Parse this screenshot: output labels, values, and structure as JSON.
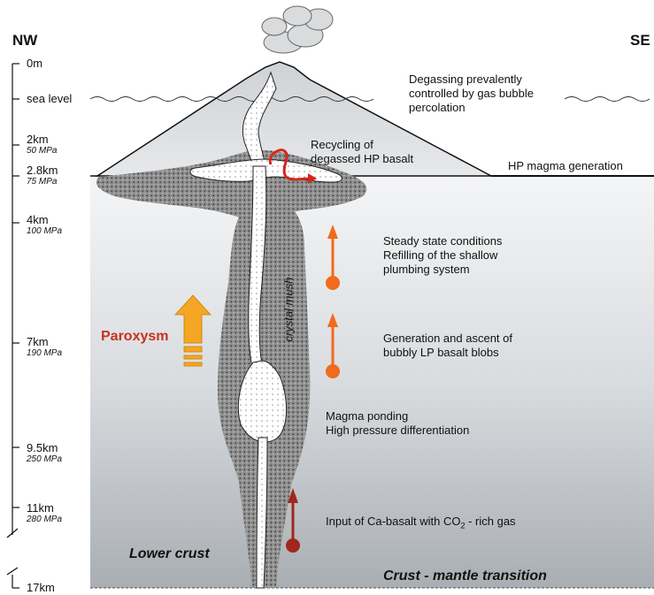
{
  "directions": {
    "left": "NW",
    "right": "SE"
  },
  "depth_scale": [
    {
      "depth": "0m",
      "pressure": ""
    },
    {
      "depth": "sea level",
      "pressure": ""
    },
    {
      "depth": "2km",
      "pressure": "50 MPa"
    },
    {
      "depth": "2.8km",
      "pressure": "75 MPa"
    },
    {
      "depth": "4km",
      "pressure": "100 MPa"
    },
    {
      "depth": "7km",
      "pressure": "190 MPa"
    },
    {
      "depth": "9.5km",
      "pressure": "250 MPa"
    },
    {
      "depth": "11km",
      "pressure": "280 MPa"
    },
    {
      "depth": "17km",
      "pressure": ""
    }
  ],
  "annotations": {
    "degassing": [
      "Degassing prevalently",
      "controlled by gas bubble",
      "percolation"
    ],
    "recycling": [
      "Recycling of",
      "degassed HP basalt"
    ],
    "hp_generation": "HP magma generation",
    "steady_state": [
      "Steady state conditions",
      "Refilling of the shallow",
      "plumbing system"
    ],
    "generation_ascent": [
      "Generation and ascent of",
      "bubbly LP basalt blobs"
    ],
    "ponding": [
      "Magma ponding",
      "High pressure differentiation"
    ],
    "input_prefix": "Input of Ca-basalt with CO",
    "input_subscript": "2",
    "input_suffix": " - rich gas",
    "crystal_mush": "crystal mush",
    "paroxysm": "Paroxysm",
    "lower_crust": "Lower crust",
    "moho": "Crust - mantle transition"
  },
  "colors": {
    "arrow_orange": "#f26a1b",
    "arrow_dark_red": "#a3261c",
    "paroxysm_red": "#c8321e",
    "paroxysm_arrow": "#f5a623",
    "recycle_red": "#d7261e"
  }
}
